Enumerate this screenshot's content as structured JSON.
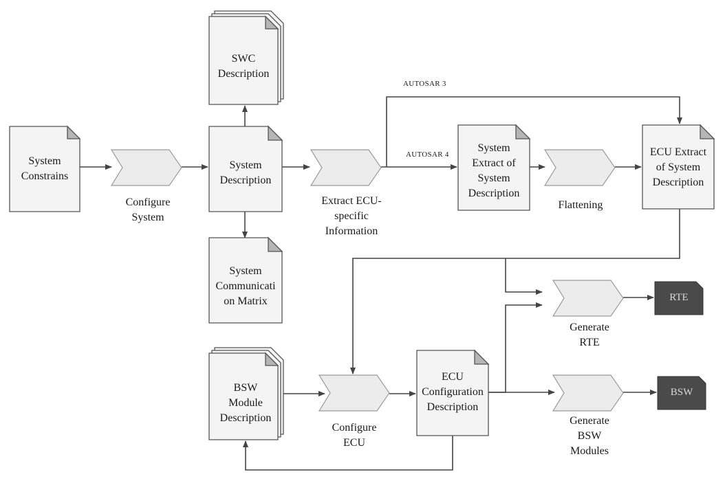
{
  "documents": {
    "system_constrains": "System\nConstrains",
    "swc_description": "SWC\nDescription",
    "system_description": "System\nDescription",
    "system_communication_matrix": "System\nCommunicati\non Matrix",
    "system_extract": "System\nExtract of\nSystem\nDescription",
    "ecu_extract": "ECU Extract\nof System\nDescription",
    "bsw_module_description": "BSW\nModule\nDescription",
    "ecu_configuration_description": "ECU\nConfiguration\nDescription"
  },
  "activities": {
    "configure_system": "Configure\nSystem",
    "extract_ecu_specific": "Extract ECU-\nspecific\nInformation",
    "flattening": "Flattening",
    "generate_rte": "Generate\nRTE",
    "configure_ecu": "Configure\nECU",
    "generate_bsw_modules": "Generate\nBSW\nModules"
  },
  "outputs": {
    "rte": "RTE",
    "bsw": "BSW"
  },
  "path_labels": {
    "autosar3": "AUTOSAR 3",
    "autosar4": "AUTOSAR 4"
  },
  "colors": {
    "doc_fill": "#f4f4f4",
    "doc_stroke": "#555555",
    "chevron_fill": "#ececec",
    "chevron_stroke": "#9a9a9a",
    "output_fill": "#4a4a4a",
    "arrow": "#444444"
  }
}
